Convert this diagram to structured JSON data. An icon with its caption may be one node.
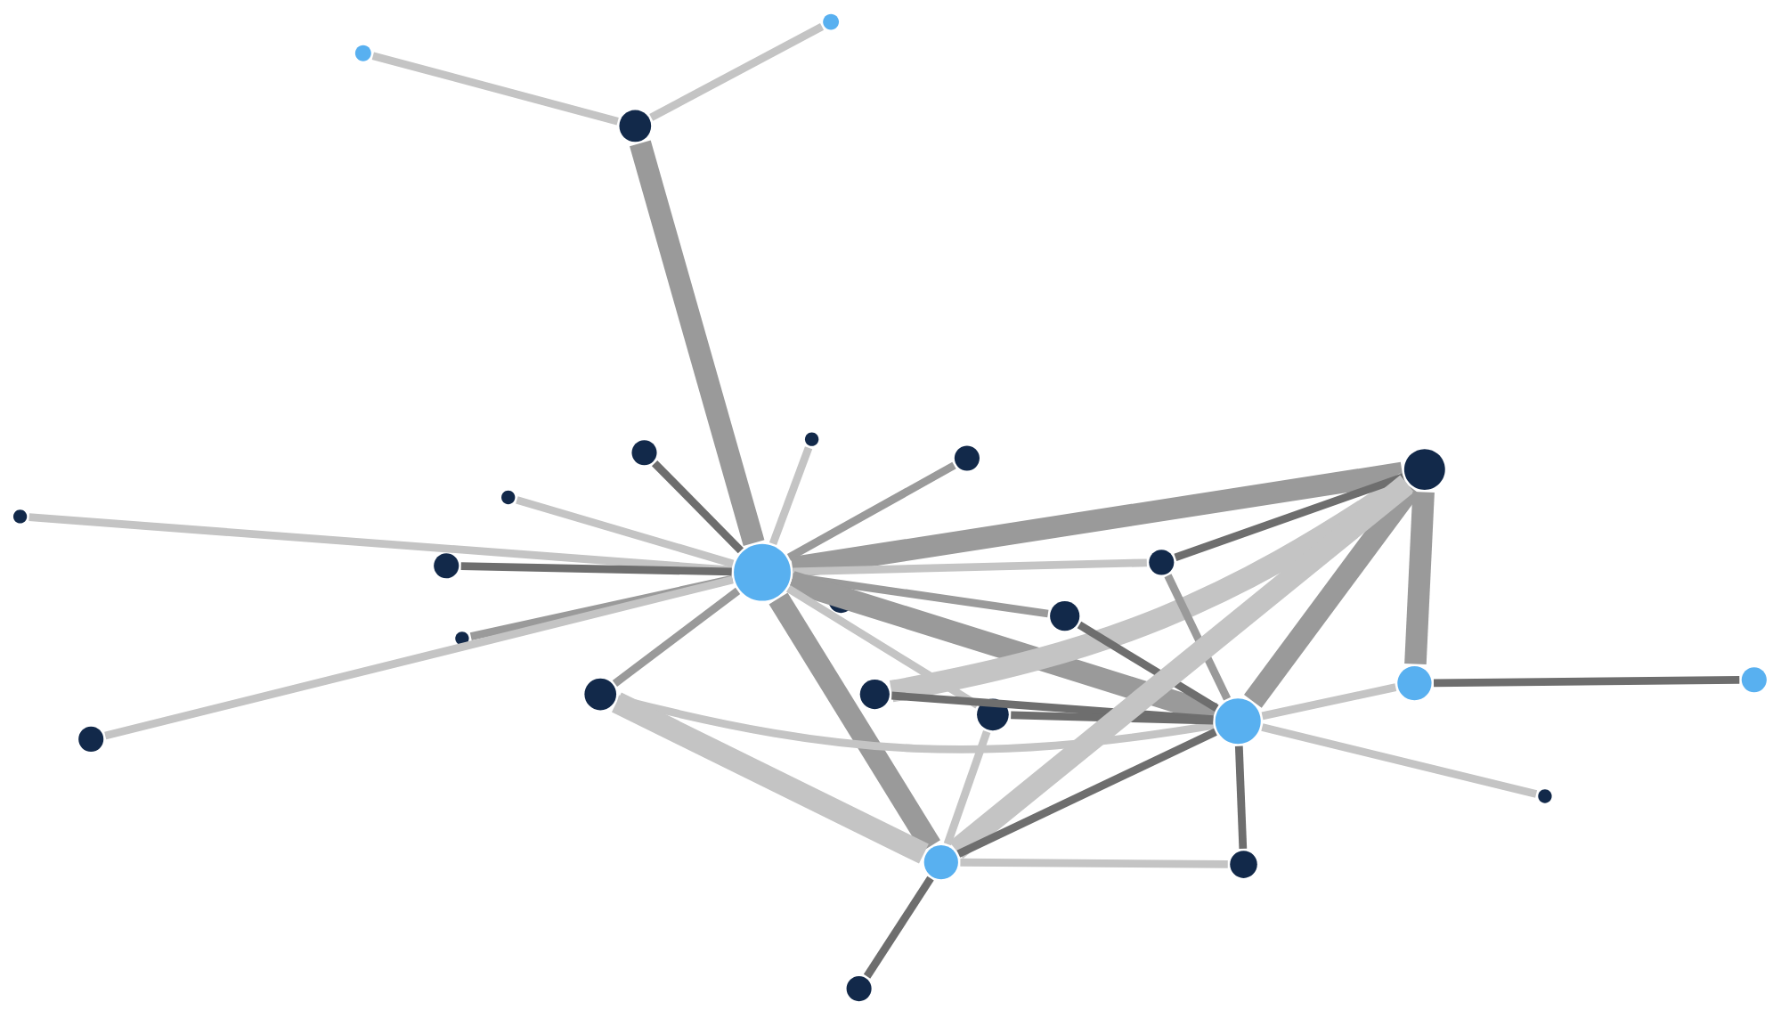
{
  "diagram": {
    "nodes": [
      {
        "text": [],
        "shape": "circle"
      },
      {
        "text": [],
        "shape": "circle"
      },
      {
        "text": [],
        "shape": "circle"
      },
      {
        "text": [],
        "shape": "circle"
      },
      {
        "text": [],
        "shape": "circle"
      },
      {
        "text": [],
        "shape": "circle"
      },
      {
        "text": [],
        "shape": "circle"
      },
      {
        "text": [],
        "shape": "circle"
      },
      {
        "text": [],
        "shape": "circle"
      },
      {
        "text": [],
        "shape": "circle"
      },
      {
        "text": [],
        "shape": "circle"
      },
      {
        "text": [],
        "shape": "circle"
      },
      {
        "text": [],
        "shape": "circle"
      },
      {
        "text": [],
        "shape": "circle"
      },
      {
        "text": [],
        "shape": "circle"
      },
      {
        "text": [],
        "shape": "circle"
      },
      {
        "text": [],
        "shape": "circle"
      },
      {
        "text": [],
        "shape": "circle"
      },
      {
        "text": [],
        "shape": "circle"
      },
      {
        "text": [],
        "shape": "circle"
      },
      {
        "text": [],
        "shape": "circle"
      },
      {
        "text": [],
        "shape": "circle"
      },
      {
        "text": [],
        "shape": "circle"
      },
      {
        "text": [],
        "shape": "circle"
      },
      {
        "text": [],
        "shape": "circle"
      },
      {
        "text": [],
        "shape": "circle"
      }
    ],
    "edges": [
      {
        "from": 0,
        "to": 2,
        "arrow": "none",
        "color": "#c4c4c4"
      },
      {
        "from": 1,
        "to": 2,
        "arrow": "none",
        "color": "#c4c4c4"
      },
      {
        "from": 2,
        "to": 9,
        "arrow": "none",
        "style": "thick"
      },
      {
        "from": 3,
        "to": 9,
        "arrow": "none",
        "color": "#6e6e6e"
      },
      {
        "from": 4,
        "to": 9,
        "arrow": "none",
        "color": "#c4c4c4"
      },
      {
        "from": 5,
        "to": 9,
        "arrow": "none"
      },
      {
        "from": 6,
        "to": 9,
        "arrow": "none",
        "color": "#c4c4c4"
      },
      {
        "from": 7,
        "to": 9,
        "arrow": "none",
        "color": "#c4c4c4"
      },
      {
        "from": 8,
        "to": 9,
        "arrow": "none",
        "color": "#6e6e6e"
      },
      {
        "from": 14,
        "to": 9,
        "arrow": "none"
      },
      {
        "from": 21,
        "to": 9,
        "arrow": "none",
        "color": "#c4c4c4"
      },
      {
        "from": 15,
        "to": 9,
        "arrow": "none"
      },
      {
        "from": 9,
        "to": 10,
        "arrow": "none",
        "style": "thick"
      },
      {
        "from": 9,
        "to": 11,
        "arrow": "none",
        "color": "#c4c4c4"
      },
      {
        "from": 9,
        "to": 12,
        "arrow": "none",
        "color": "#6e6e6e"
      },
      {
        "from": 9,
        "to": 13,
        "arrow": "none"
      },
      {
        "from": 9,
        "to": 20,
        "arrow": "none",
        "style": "thick"
      },
      {
        "from": 9,
        "to": 17,
        "arrow": "none",
        "color": "#c4c4c4"
      },
      {
        "from": 9,
        "to": 23,
        "arrow": "none",
        "style": "thick"
      },
      {
        "from": 16,
        "to": 10,
        "arrow": "none",
        "style": "thick",
        "color": "#c4c4c4"
      },
      {
        "from": 11,
        "to": 10,
        "arrow": "none",
        "color": "#6e6e6e"
      },
      {
        "from": 11,
        "to": 20,
        "arrow": "none"
      },
      {
        "from": 13,
        "to": 20,
        "arrow": "none",
        "color": "#6e6e6e"
      },
      {
        "from": 15,
        "to": 20,
        "arrow": "none",
        "color": "#c4c4c4"
      },
      {
        "from": 15,
        "to": 23,
        "arrow": "none",
        "style": "thick",
        "color": "#c4c4c4"
      },
      {
        "from": 16,
        "to": 20,
        "arrow": "none",
        "color": "#6e6e6e"
      },
      {
        "from": 17,
        "to": 20,
        "arrow": "none",
        "color": "#6e6e6e"
      },
      {
        "from": 17,
        "to": 23,
        "arrow": "none",
        "color": "#c4c4c4"
      },
      {
        "from": 10,
        "to": 20,
        "arrow": "none",
        "style": "thick"
      },
      {
        "from": 10,
        "to": 23,
        "arrow": "none",
        "style": "thick",
        "color": "#c4c4c4"
      },
      {
        "from": 10,
        "to": 18,
        "arrow": "none",
        "style": "thick"
      },
      {
        "from": 18,
        "to": 19,
        "arrow": "none",
        "color": "#6e6e6e"
      },
      {
        "from": 18,
        "to": 20,
        "arrow": "none",
        "color": "#c4c4c4"
      },
      {
        "from": 20,
        "to": 22,
        "arrow": "none",
        "color": "#c4c4c4"
      },
      {
        "from": 20,
        "to": 24,
        "arrow": "none",
        "color": "#6e6e6e"
      },
      {
        "from": 23,
        "to": 24,
        "arrow": "none",
        "color": "#c4c4c4"
      },
      {
        "from": 23,
        "to": 25,
        "arrow": "none",
        "color": "#6e6e6e"
      },
      {
        "from": 20,
        "to": 23,
        "arrow": "none",
        "color": "#6e6e6e"
      }
    ]
  }
}
